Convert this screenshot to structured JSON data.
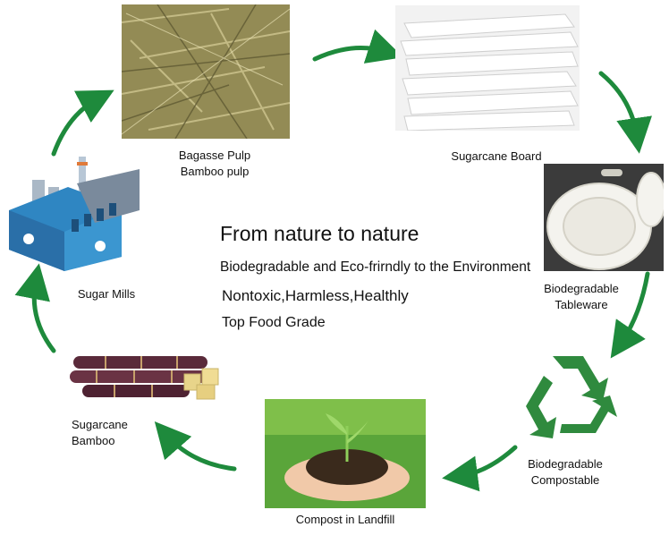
{
  "center": {
    "title": "From nature to nature",
    "lines": [
      "Biodegradable and Eco-frirndly to the Environment",
      "Nontoxic,Harmless,Healthly",
      "Top Food Grade"
    ]
  },
  "nodes": {
    "bagasse": {
      "line1": "Bagasse Pulp",
      "line2": "Bamboo pulp"
    },
    "board": {
      "line1": "Sugarcane Board"
    },
    "tableware": {
      "line1": "Biodegradable",
      "line2": "Tableware"
    },
    "compostable": {
      "line1": "Biodegradable",
      "line2": "Compostable"
    },
    "landfill": {
      "line1": "Compost in Landfill"
    },
    "sugarcane": {
      "line1": "Sugarcane",
      "line2": "Bamboo"
    },
    "mills": {
      "line1": "Sugar Mills"
    }
  },
  "colors": {
    "arrow": "#1e8a3c",
    "recycle": "#2f8a3e"
  }
}
